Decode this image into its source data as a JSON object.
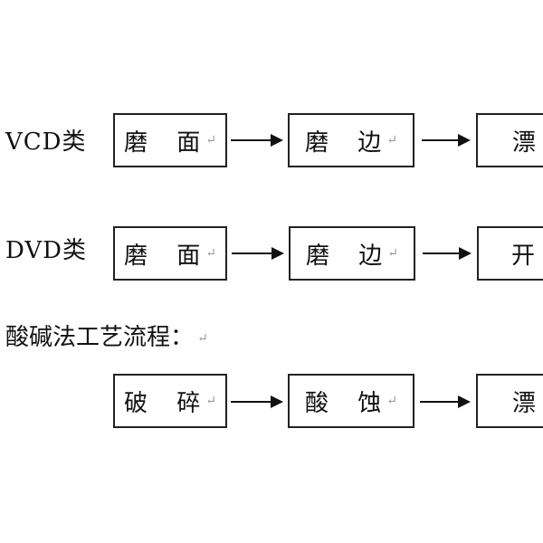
{
  "section_vcd": {
    "label": "VCD类",
    "steps": [
      {
        "text": "磨 面"
      },
      {
        "text": "磨 边"
      },
      {
        "text": "漂"
      }
    ]
  },
  "section_dvd": {
    "label": "DVD类",
    "steps": [
      {
        "text": "磨 面"
      },
      {
        "text": "磨 边"
      },
      {
        "text": "开"
      }
    ]
  },
  "section_acid": {
    "heading": "酸碱法工艺流程：",
    "steps": [
      {
        "text": "破 碎"
      },
      {
        "text": "酸 蚀"
      },
      {
        "text": "漂"
      }
    ]
  },
  "paragraph_mark": "↵"
}
